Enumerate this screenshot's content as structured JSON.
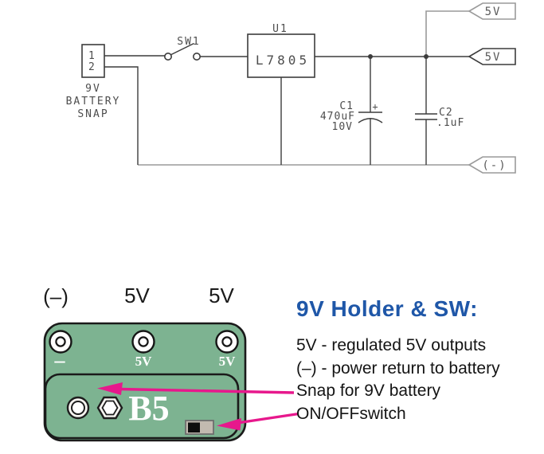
{
  "schematic": {
    "battery_snap": {
      "pin1": "1",
      "pin2": "2",
      "name_l1": "9V",
      "name_l2": "BATTERY",
      "name_l3": "SNAP"
    },
    "sw1_label": "SW1",
    "u1": {
      "ref": "U1",
      "part": "L7805"
    },
    "c1": {
      "ref": "C1",
      "value": "470uF",
      "rating": "10V",
      "polarity": "+"
    },
    "c2": {
      "ref": "C2",
      "value": ".1uF"
    },
    "flag_5v_top": "5V",
    "flag_5v_mid": "5V",
    "flag_return": "(-)"
  },
  "pcb": {
    "labels_above": {
      "neg": "(–)",
      "v1": "5V",
      "v2": "5V"
    },
    "silk": {
      "neg": "–",
      "v1": "5V",
      "v2": "5V",
      "board_id": "B5"
    }
  },
  "legend": {
    "title": "9V Holder & SW:",
    "lines": [
      "5V - regulated 5V outputs",
      "(–) - power return to battery",
      "Snap for 9V battery",
      "ON/OFFswitch"
    ]
  },
  "colors": {
    "title_blue": "#1f57a8",
    "arrow_magenta": "#e7188c",
    "board_green": "#7db391",
    "switch_beige": "#c2bab0"
  }
}
